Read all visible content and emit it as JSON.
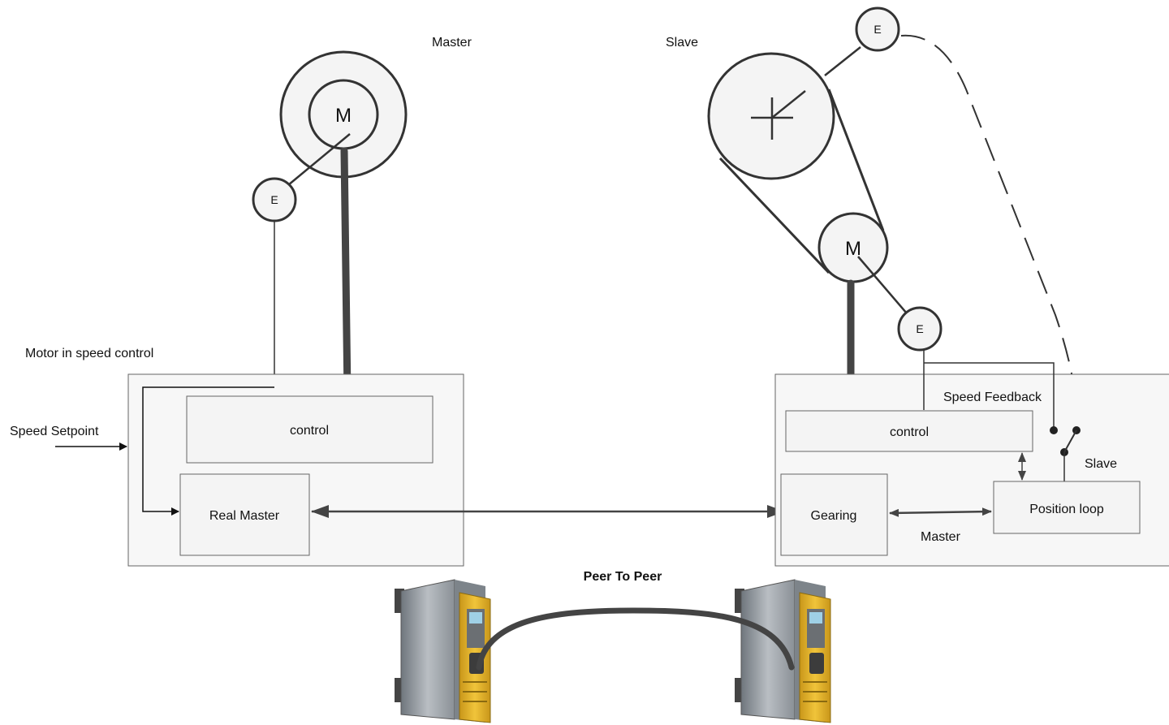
{
  "labels": {
    "master_title": "Master",
    "slave_title": "Slave",
    "motor_in_speed_control": "Motor in speed control",
    "speed_setpoint": "Speed Setpoint",
    "speed_feedback": "Speed Feedback",
    "slave_switch": "Slave",
    "master_link": "Master",
    "peer_to_peer": "Peer To Peer"
  },
  "motors": {
    "master_motor": "M",
    "slave_motor": "M"
  },
  "encoders": {
    "master_encoder": "E",
    "slave_load_encoder": "E",
    "slave_motor_encoder": "E"
  },
  "blocks": {
    "master_control": "control",
    "real_master": "Real Master",
    "slave_control": "control",
    "gearing": "Gearing",
    "position_loop": "Position loop"
  },
  "colors": {
    "box_fill": "#f6f6f6",
    "line": "#333333",
    "drive_yellow": "#e8b923",
    "drive_grey": "#9aa0a6"
  }
}
